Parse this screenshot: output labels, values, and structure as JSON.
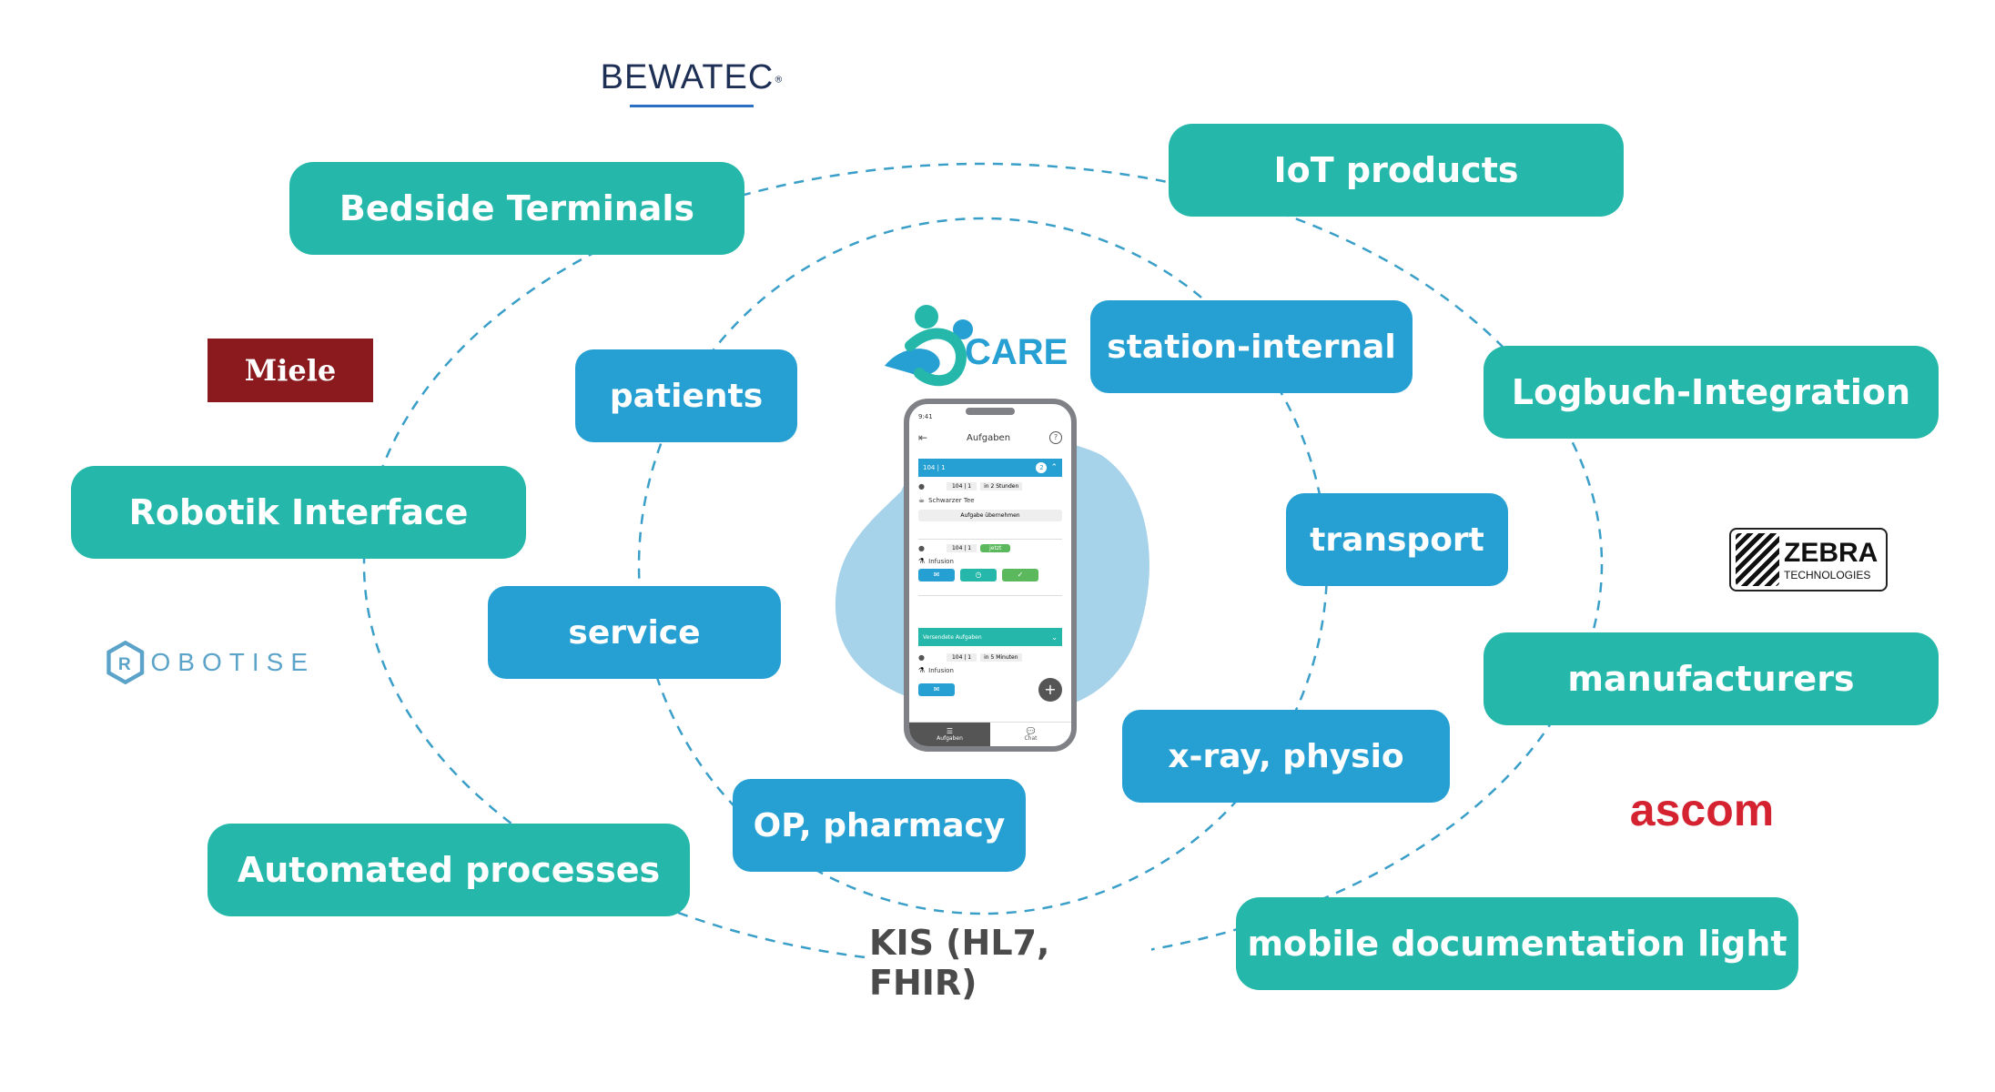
{
  "colors": {
    "outer_box": "#25b8aa",
    "inner_box": "#269fd2",
    "dashed_line": "#3a9fc8",
    "blob": "#a6d2ea",
    "kis_text": "#4a4a4a",
    "miele_red": "#8b1a1f",
    "ascom_red": "#d42230",
    "bewatec_navy": "#1e2f55",
    "robotise_blue": "#5ca3c9"
  },
  "center_logo": {
    "text": "CARE",
    "icon": "care-logo-icon"
  },
  "inner_ring": [
    {
      "label": "patients"
    },
    {
      "label": "station-internal"
    },
    {
      "label": "transport"
    },
    {
      "label": "service"
    },
    {
      "label": "x-ray, physio"
    },
    {
      "label": "OP, pharmacy"
    }
  ],
  "outer_ring": [
    {
      "label": "Bedside Terminals"
    },
    {
      "label": "IoT products"
    },
    {
      "label": "Logbuch-Integration"
    },
    {
      "label": "Robotik Interface"
    },
    {
      "label": "manufacturers"
    },
    {
      "label": "Automated processes"
    },
    {
      "label": "mobile documentation light"
    }
  ],
  "kis_label": "KIS (HL7, FHIR)",
  "partner_logos": {
    "bewatec": "BEWATEC",
    "bewatec_mark": "®",
    "miele": "Miele",
    "robotise": "OBOTISE",
    "zebra_top": "ZEBRA",
    "zebra_bottom": "TECHNOLOGIES",
    "ascom": "ascom"
  },
  "phone": {
    "time": "9:41",
    "title": "Aufgaben",
    "group_label": "104 | 1",
    "group_count": "2",
    "task1": {
      "room": "104 | 1",
      "due": "in 2 Stunden",
      "name": "Schwarzer Tee",
      "action": "Aufgabe übernehmen"
    },
    "task2": {
      "room": "104 | 1",
      "due": "jetzt",
      "name": "Infusion"
    },
    "section_label": "Versendete Aufgaben",
    "task3": {
      "room": "104 | 1",
      "due": "in 5 Minuten",
      "name": "Infusion"
    },
    "nav": {
      "tab1": "Aufgaben",
      "tab2": "Chat"
    },
    "fab": "+"
  }
}
